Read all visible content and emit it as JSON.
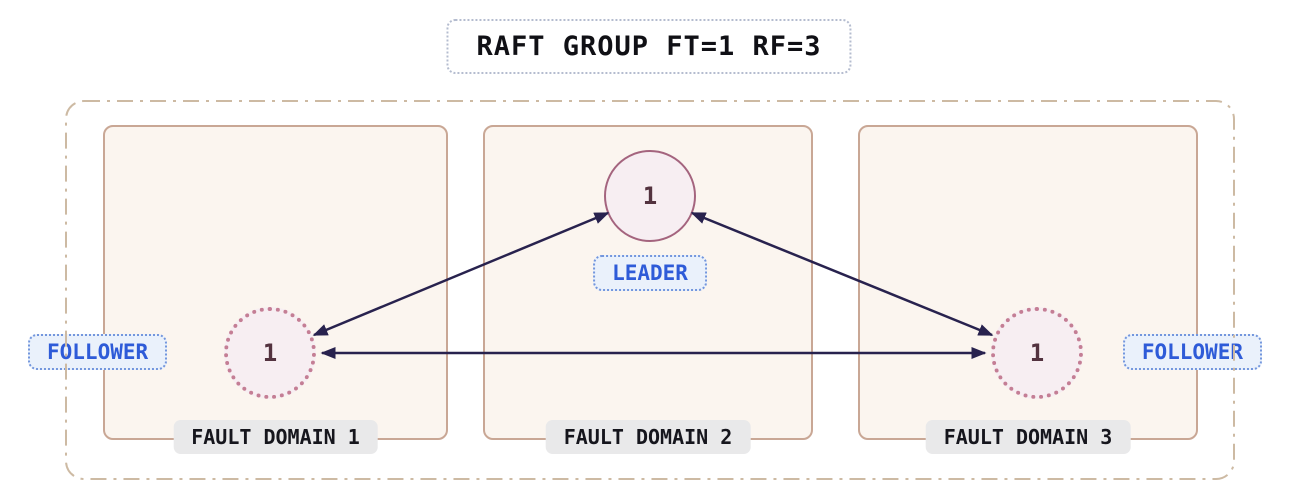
{
  "title": "RAFT GROUP FT=1 RF=3",
  "domains": [
    {
      "label": "FAULT DOMAIN 1"
    },
    {
      "label": "FAULT DOMAIN 2"
    },
    {
      "label": "FAULT DOMAIN 3"
    }
  ],
  "nodes": {
    "leader": {
      "value": "1",
      "role": "LEADER",
      "domain": "FAULT DOMAIN 2"
    },
    "follower_left": {
      "value": "1",
      "role": "FOLLOWER",
      "domain": "FAULT DOMAIN 1"
    },
    "follower_right": {
      "value": "1",
      "role": "FOLLOWER",
      "domain": "FAULT DOMAIN 3"
    }
  },
  "connections": [
    {
      "from": "follower_left",
      "to": "leader",
      "bidirectional": true
    },
    {
      "from": "leader",
      "to": "follower_right",
      "bidirectional": true
    },
    {
      "from": "follower_left",
      "to": "follower_right",
      "bidirectional": true
    }
  ],
  "colors": {
    "arrow": "#28224e",
    "leader_border": "#a4647e",
    "follower_border": "#c47e95",
    "node_fill": "#f7eef2",
    "domain_border": "#c9a795",
    "domain_fill": "#fbf5ef",
    "outer_border": "#cdbaa3",
    "domain_label_bg": "#e9e9ea",
    "role_text": "#2e5bd8",
    "role_bg": "#eaf1fb",
    "role_border": "#7396dd",
    "title_border": "#b4bccf"
  }
}
